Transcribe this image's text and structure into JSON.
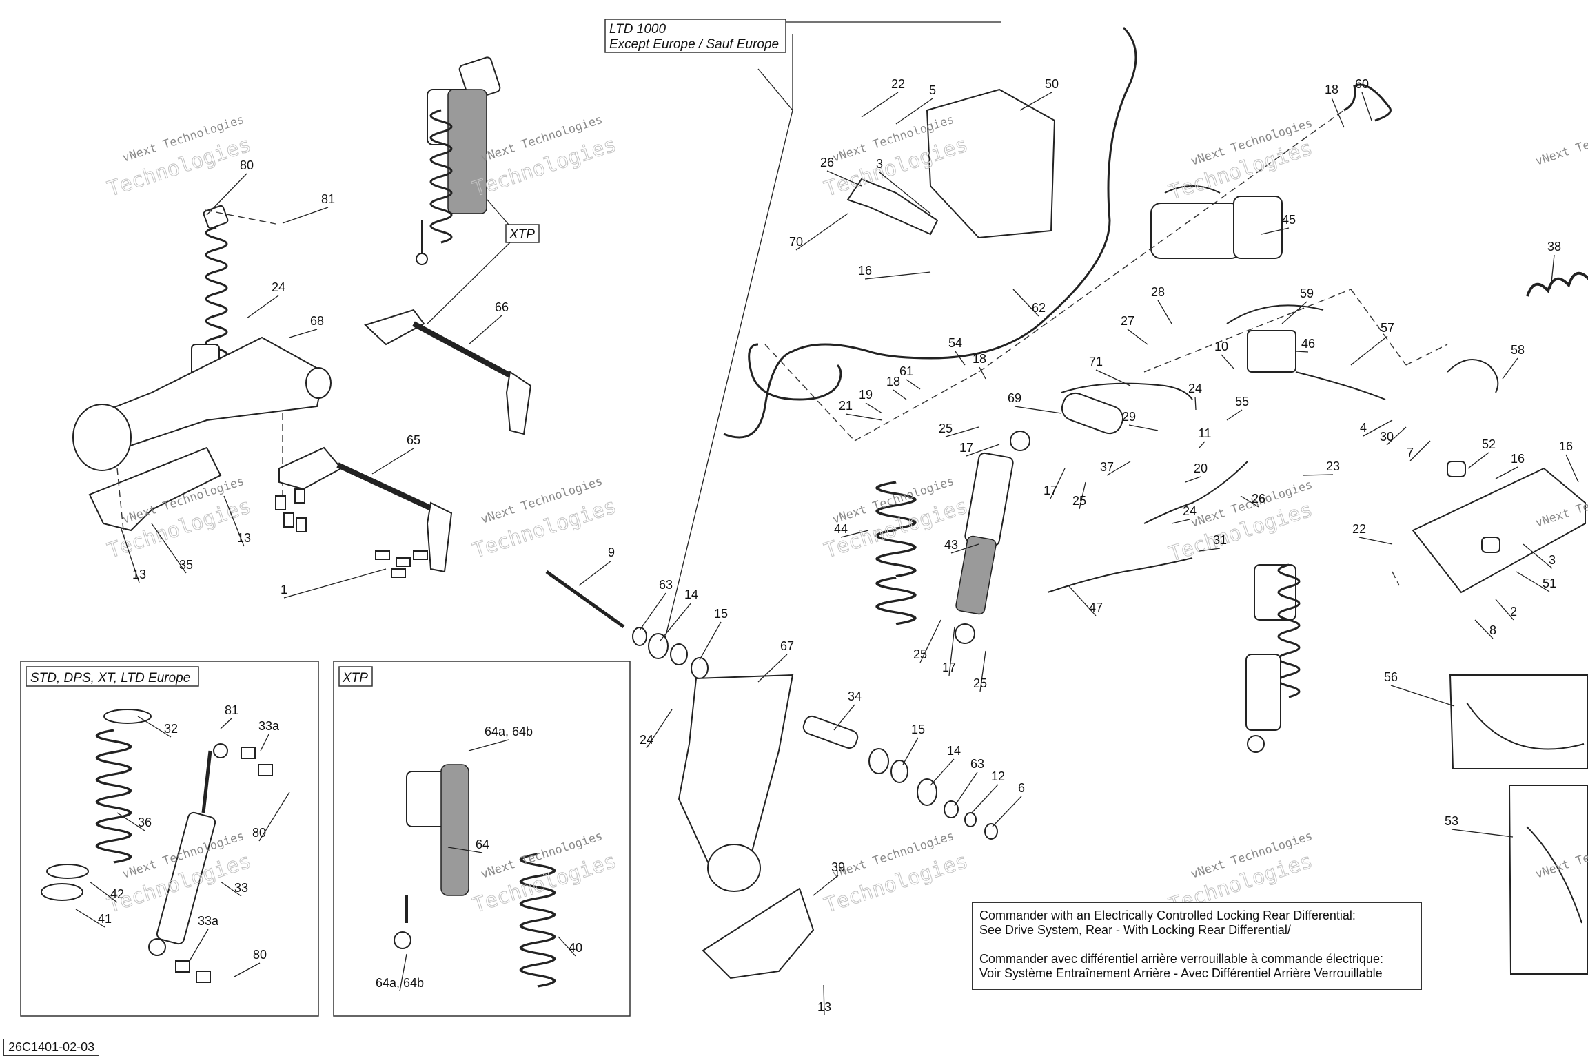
{
  "diagram": {
    "reference": "26C1401-02-03",
    "watermark": [
      "vNext Technologies",
      "Technologies"
    ],
    "inset_boxes": {
      "ltd": [
        "LTD 1000",
        "Except Europe / Sauf Europe"
      ],
      "std": "STD, DPS, XT, LTD Europe",
      "xtp_frame": "XTP",
      "xtp_callout": "XTP"
    },
    "note": {
      "line1": "Commander with an Electrically Controlled Locking Rear Differential:",
      "line2": "See Drive System, Rear - With Locking Rear Differential/",
      "line3": "Commander avec différentiel arrière verrouillable à commande électrique:",
      "line4": "Voir Système Entraînement Arrière - Avec Différentiel Arrière Verrouillable"
    },
    "callouts": [
      {
        "id": "80a",
        "text": "80"
      },
      {
        "id": "81a",
        "text": "81"
      },
      {
        "id": "24a",
        "text": "24"
      },
      {
        "id": "68",
        "text": "68"
      },
      {
        "id": "13a",
        "text": "13"
      },
      {
        "id": "13b",
        "text": "13"
      },
      {
        "id": "35",
        "text": "35"
      },
      {
        "id": "66",
        "text": "66"
      },
      {
        "id": "65",
        "text": "65"
      },
      {
        "id": "1",
        "text": "1"
      },
      {
        "id": "9",
        "text": "9"
      },
      {
        "id": "63a",
        "text": "63"
      },
      {
        "id": "14a",
        "text": "14"
      },
      {
        "id": "15a",
        "text": "15"
      },
      {
        "id": "67",
        "text": "67"
      },
      {
        "id": "24b",
        "text": "24"
      },
      {
        "id": "34",
        "text": "34"
      },
      {
        "id": "15b",
        "text": "15"
      },
      {
        "id": "14b",
        "text": "14"
      },
      {
        "id": "63b",
        "text": "63"
      },
      {
        "id": "12",
        "text": "12"
      },
      {
        "id": "6",
        "text": "6"
      },
      {
        "id": "39",
        "text": "39"
      },
      {
        "id": "13c",
        "text": "13"
      },
      {
        "id": "32",
        "text": "32"
      },
      {
        "id": "81b",
        "text": "81"
      },
      {
        "id": "33a-top",
        "text": "33a"
      },
      {
        "id": "36",
        "text": "36"
      },
      {
        "id": "80b",
        "text": "80"
      },
      {
        "id": "42",
        "text": "42"
      },
      {
        "id": "33",
        "text": "33"
      },
      {
        "id": "41",
        "text": "41"
      },
      {
        "id": "33a-bot",
        "text": "33a"
      },
      {
        "id": "80c",
        "text": "80"
      },
      {
        "id": "64top",
        "text": "64a, 64b"
      },
      {
        "id": "64",
        "text": "64"
      },
      {
        "id": "40",
        "text": "40"
      },
      {
        "id": "64bot",
        "text": "64a, 64b"
      },
      {
        "id": "22a",
        "text": "22"
      },
      {
        "id": "5",
        "text": "5"
      },
      {
        "id": "50",
        "text": "50"
      },
      {
        "id": "26a",
        "text": "26"
      },
      {
        "id": "3a",
        "text": "3"
      },
      {
        "id": "70",
        "text": "70"
      },
      {
        "id": "16a",
        "text": "16"
      },
      {
        "id": "62",
        "text": "62"
      },
      {
        "id": "18a",
        "text": "18"
      },
      {
        "id": "60",
        "text": "60"
      },
      {
        "id": "45",
        "text": "45"
      },
      {
        "id": "38",
        "text": "38"
      },
      {
        "id": "28",
        "text": "28"
      },
      {
        "id": "59",
        "text": "59"
      },
      {
        "id": "27",
        "text": "27"
      },
      {
        "id": "57",
        "text": "57"
      },
      {
        "id": "71",
        "text": "71"
      },
      {
        "id": "10",
        "text": "10"
      },
      {
        "id": "46",
        "text": "46"
      },
      {
        "id": "58",
        "text": "58"
      },
      {
        "id": "54",
        "text": "54"
      },
      {
        "id": "18b",
        "text": "18"
      },
      {
        "id": "61",
        "text": "61"
      },
      {
        "id": "18c",
        "text": "18"
      },
      {
        "id": "19",
        "text": "19"
      },
      {
        "id": "21",
        "text": "21"
      },
      {
        "id": "69",
        "text": "69"
      },
      {
        "id": "24c",
        "text": "24"
      },
      {
        "id": "55",
        "text": "55"
      },
      {
        "id": "4",
        "text": "4"
      },
      {
        "id": "30",
        "text": "30"
      },
      {
        "id": "7",
        "text": "7"
      },
      {
        "id": "25a",
        "text": "25"
      },
      {
        "id": "17a",
        "text": "17"
      },
      {
        "id": "29",
        "text": "29"
      },
      {
        "id": "11",
        "text": "11"
      },
      {
        "id": "52",
        "text": "52"
      },
      {
        "id": "16b",
        "text": "16"
      },
      {
        "id": "16c",
        "text": "16"
      },
      {
        "id": "37",
        "text": "37"
      },
      {
        "id": "20",
        "text": "20"
      },
      {
        "id": "23",
        "text": "23"
      },
      {
        "id": "17b",
        "text": "17"
      },
      {
        "id": "25b",
        "text": "25"
      },
      {
        "id": "26b",
        "text": "26"
      },
      {
        "id": "44",
        "text": "44"
      },
      {
        "id": "43",
        "text": "43"
      },
      {
        "id": "24d",
        "text": "24"
      },
      {
        "id": "31",
        "text": "31"
      },
      {
        "id": "22b",
        "text": "22"
      },
      {
        "id": "3b",
        "text": "3"
      },
      {
        "id": "51",
        "text": "51"
      },
      {
        "id": "2",
        "text": "2"
      },
      {
        "id": "8",
        "text": "8"
      },
      {
        "id": "47",
        "text": "47"
      },
      {
        "id": "25c",
        "text": "25"
      },
      {
        "id": "17c",
        "text": "17"
      },
      {
        "id": "25d",
        "text": "25"
      },
      {
        "id": "56",
        "text": "56"
      },
      {
        "id": "53",
        "text": "53"
      }
    ]
  }
}
